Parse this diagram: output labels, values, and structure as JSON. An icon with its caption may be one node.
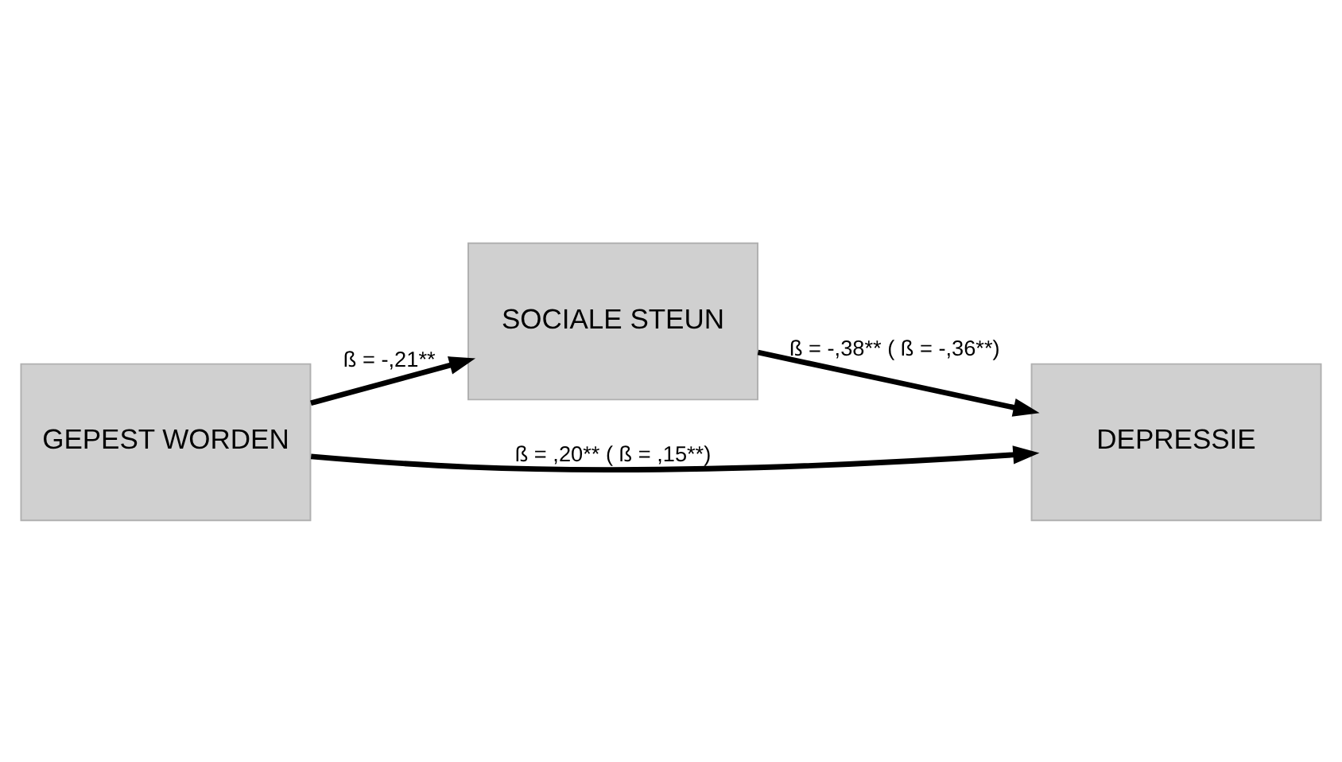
{
  "diagram": {
    "nodes": [
      {
        "text": [
          "SOCIALE STEUN"
        ]
      },
      {
        "text": [
          "GEPEST WORDEN"
        ]
      },
      {
        "text": [
          "DEPRESSIE"
        ]
      }
    ],
    "edges": [
      {
        "from": 1,
        "to": 0,
        "arrow": "to",
        "label": "ß = -,21**"
      },
      {
        "from": 0,
        "to": 2,
        "arrow": "to",
        "label": "ß = -,38** ( ß = -,36**)"
      },
      {
        "from": 1,
        "to": 2,
        "arrow": "to",
        "label": "ß = ,20** ( ß = ,15**)"
      }
    ]
  }
}
